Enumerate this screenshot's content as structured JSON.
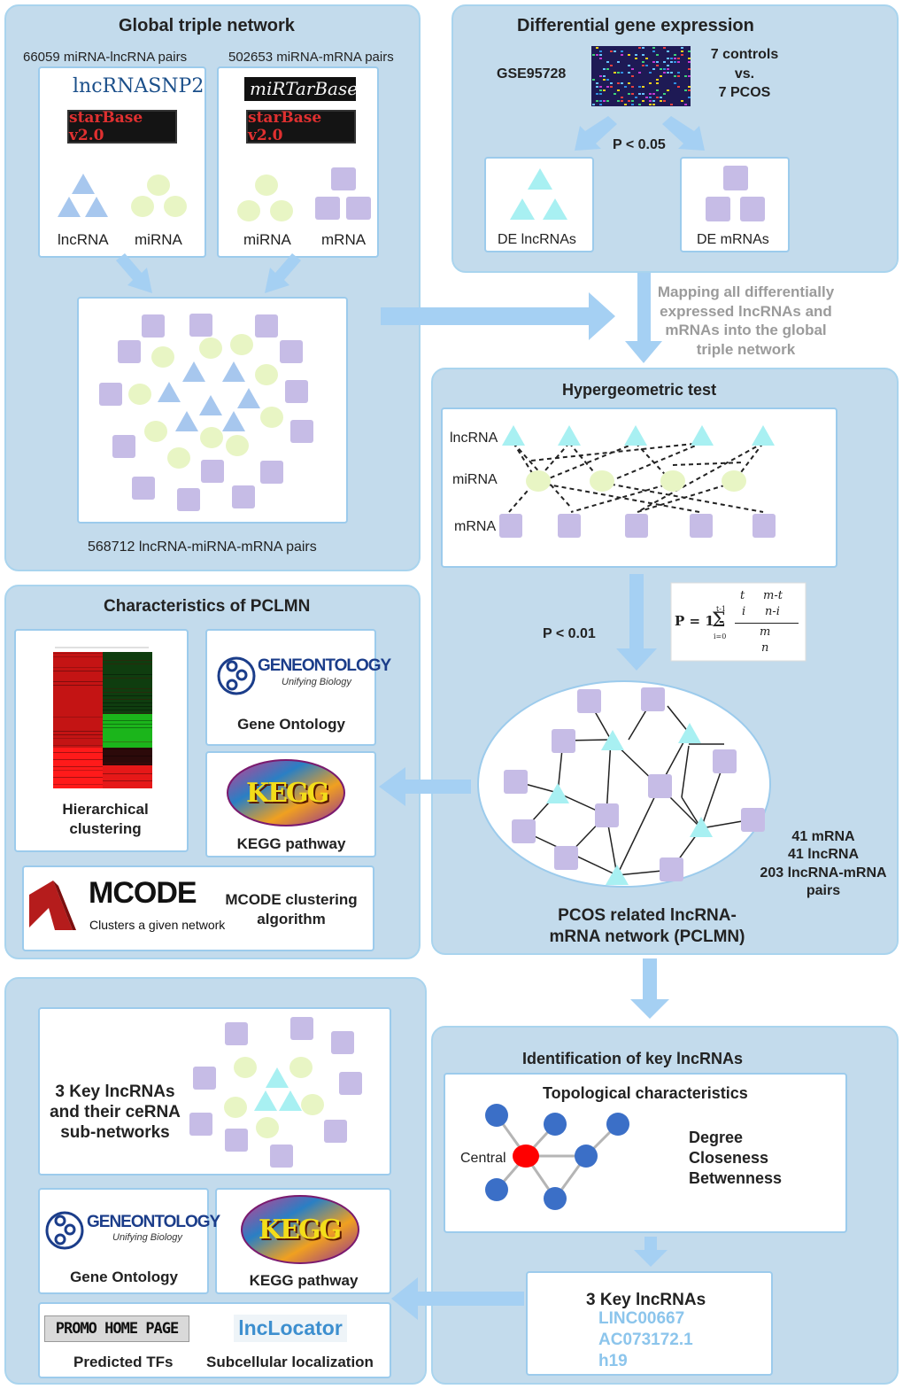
{
  "global_network": {
    "title": "Global triple network",
    "left_count": "66059 miRNA-lncRNA pairs",
    "right_count": "502653 miRNA-mRNA pairs",
    "logo_lncrnasnp": "lncRNASNP2",
    "logo_starbase": "starBase v2.0",
    "logo_mirtarbase": "miRTarBase",
    "label_lncrna": "lncRNA",
    "label_mirna": "miRNA",
    "label_mrna": "mRNA",
    "total_pairs": "568712 lncRNA-miRNA-mRNA pairs"
  },
  "differential": {
    "title": "Differential gene expression",
    "dataset": "GSE95728",
    "groups_line1": "7 controls",
    "groups_line2": "vs.",
    "groups_line3": "7 PCOS",
    "pvalue": "P < 0.05",
    "de_lncrna": "DE lncRNAs",
    "de_mrna": "DE mRNAs"
  },
  "mapping_note": [
    "Mapping all differentially",
    "expressed lncRNAs and",
    "mRNAs into the global",
    "triple network"
  ],
  "hypergeometric": {
    "title": "Hypergeometric test",
    "row_lncrna": "lncRNA",
    "row_mirna": "miRNA",
    "row_mrna": "mRNA",
    "pvalue": "P < 0.01",
    "formula_lhs": "P = 1 - ",
    "sum_top": "t-1",
    "sum_bottom": "i=0",
    "binom_top_a": "t",
    "binom_bot_a": "i",
    "binom_top_b": "m-t",
    "binom_bot_b": "n-i",
    "binom_top_c": "m",
    "binom_bot_c": "n",
    "stats": [
      "41 mRNA",
      "41 lncRNA",
      "203 lncRNA-mRNA",
      "pairs"
    ],
    "network_name_1": "PCOS related lncRNA-",
    "network_name_2": "mRNA network (PCLMN)"
  },
  "characteristics": {
    "title": "Characteristics of PCLMN",
    "hier_1": "Hierarchical",
    "hier_2": "clustering",
    "go_logo": "GENEONTOLOGY",
    "go_sub": "Unifying Biology",
    "go_label": "Gene Ontology",
    "kegg_logo": "KEGG",
    "kegg_label": "KEGG pathway",
    "mcode_logo": "MCODE",
    "mcode_sub": "Clusters a given network",
    "mcode_label_1": "MCODE clustering",
    "mcode_label_2": "algorithm"
  },
  "key_panel": {
    "title": "Identification of key lncRNAs",
    "topo_title": "Topological characteristics",
    "central": "Central",
    "metric_1": "Degree",
    "metric_2": "Closeness",
    "metric_3": "Betwenness",
    "key_title": "3 Key lncRNAs",
    "key_1": "LINC00667",
    "key_2": "AC073172.1",
    "key_3": "h19"
  },
  "results": {
    "sub_1": "3 Key lncRNAs",
    "sub_2": "and their ceRNA",
    "sub_3": "sub-networks",
    "go_logo": "GENEONTOLOGY",
    "go_sub": "Unifying Biology",
    "go_label": "Gene Ontology",
    "kegg_logo": "KEGG",
    "kegg_label": "KEGG pathway",
    "promo_logo": "PROMO HOME PAGE",
    "promo_label": "Predicted TFs",
    "lnclocator_logo": "lncLocator",
    "lnclocator_label": "Subcellular localization"
  },
  "colors": {
    "panel": "#c3dbec",
    "triangle": "#a7c7ee",
    "triangle_cyan": "#a8f0f2",
    "circle": "#e8f5c4",
    "square": "#c6bce6",
    "arrow": "#a5d0f3",
    "central_node": "#ff0000",
    "node": "#3b6fc7",
    "key_text": "#8cc5ec"
  }
}
